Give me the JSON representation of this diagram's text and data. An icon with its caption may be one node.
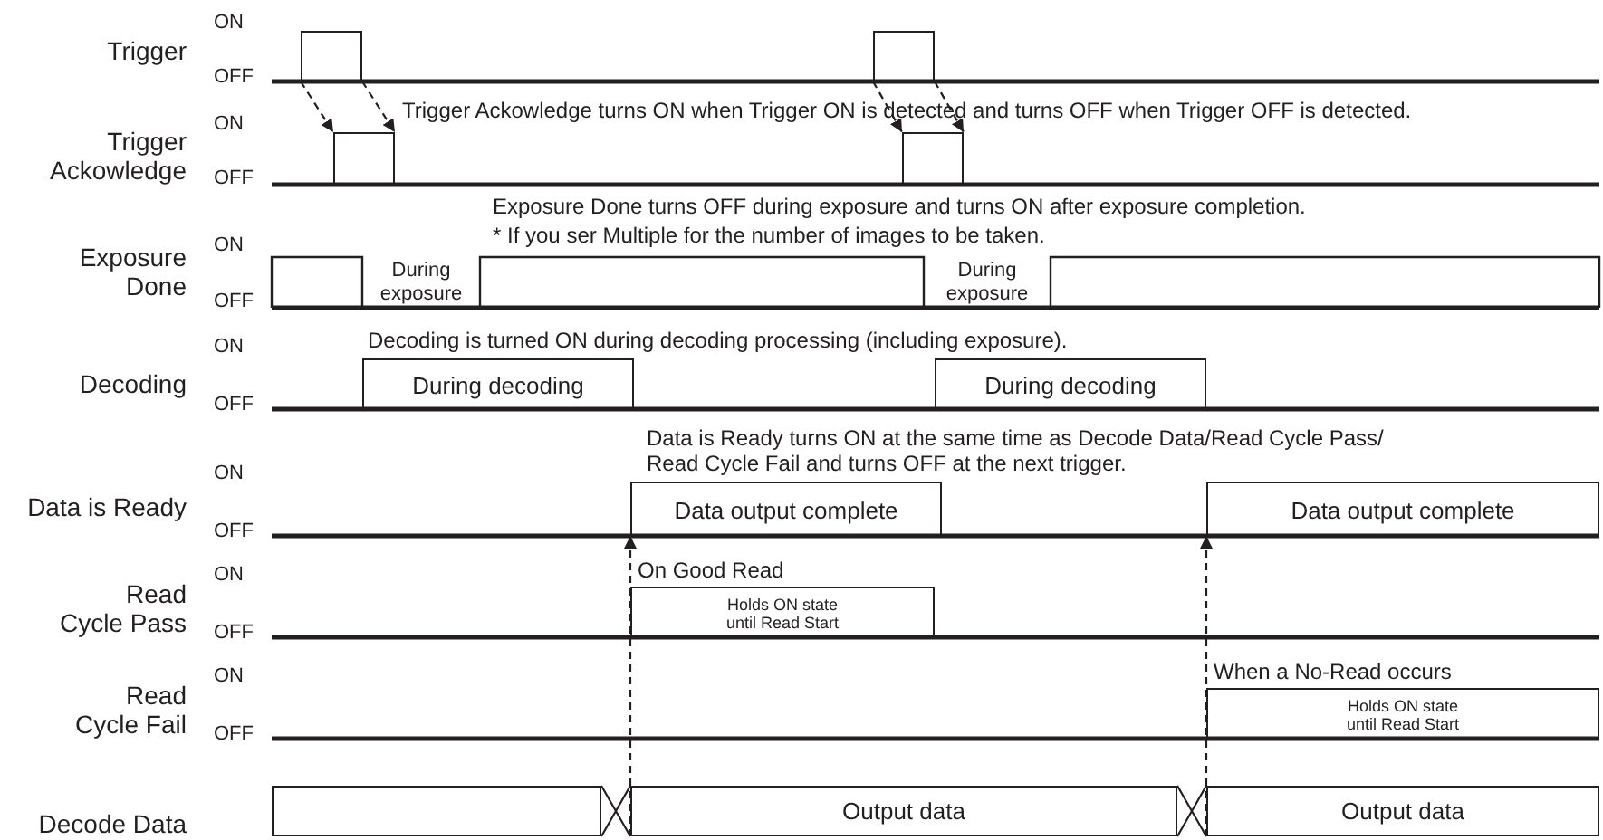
{
  "diagram": {
    "nodes": [
      {
        "text": [],
        "shape": "box"
      },
      {
        "text": [],
        "shape": "box"
      },
      {
        "text": [],
        "shape": "box"
      },
      {
        "text": [],
        "shape": "box"
      },
      {
        "text": [
          "During decoding"
        ]
      },
      {
        "text": [
          "During decoding"
        ]
      },
      {
        "text": [
          "Data output complete"
        ]
      },
      {
        "text": [
          "Data output complete"
        ]
      },
      {
        "text": [
          "Holds ON state until Read Start"
        ],
        "beside": [
          "On Good Read"
        ]
      },
      {
        "text": [
          "Holds ON state until Read Start"
        ],
        "beside": [
          "When a No-Read occurs"
        ]
      },
      {
        "text": [],
        "shape": "box"
      },
      {
        "text": [
          "Output data"
        ]
      },
      {
        "text": [
          "Output data"
        ]
      }
    ],
    "edges": [
      {
        "from": 0,
        "to": 2,
        "arrow": "to",
        "style": "dashed"
      },
      {
        "from": 0,
        "to": 2,
        "arrow": "to",
        "style": "dashed"
      },
      {
        "from": 1,
        "to": 3,
        "arrow": "to",
        "style": "dashed"
      },
      {
        "from": 1,
        "to": 3,
        "arrow": "to",
        "style": "dashed"
      },
      {
        "from": 11,
        "to": 6,
        "arrow": "to",
        "style": "dashed"
      },
      {
        "from": 12,
        "to": 7,
        "arrow": "to",
        "style": "dashed"
      },
      {
        "from": 10,
        "to": 11,
        "arrow": "none"
      },
      {
        "from": 11,
        "to": 12,
        "arrow": "none"
      }
    ],
    "labels": [
      "Trigger",
      "ON",
      "OFF",
      "Trigger Ackowledge",
      "ON",
      "OFF",
      "Trigger Ackowledge turns ON when Trigger ON is detected and turns OFF when Trigger OFF is detected.",
      "Exposure Done",
      "ON",
      "OFF",
      "Exposure Done turns OFF during exposure and turns ON after exposure completion.",
      "* If you ser Multiple for the number of images to be taken.",
      "During exposure",
      "During exposure",
      "Decoding",
      "ON",
      "OFF",
      "Decoding is turned ON during decoding processing (including exposure).",
      "Data is Ready",
      "ON",
      "OFF",
      "Data is Ready turns ON at the same time as Decode Data/Read Cycle Pass/ Read Cycle Fail and turns OFF at the next trigger.",
      "Read Cycle Pass",
      "ON",
      "OFF",
      "Read Cycle Fail",
      "ON",
      "OFF",
      "Decode Data"
    ]
  }
}
